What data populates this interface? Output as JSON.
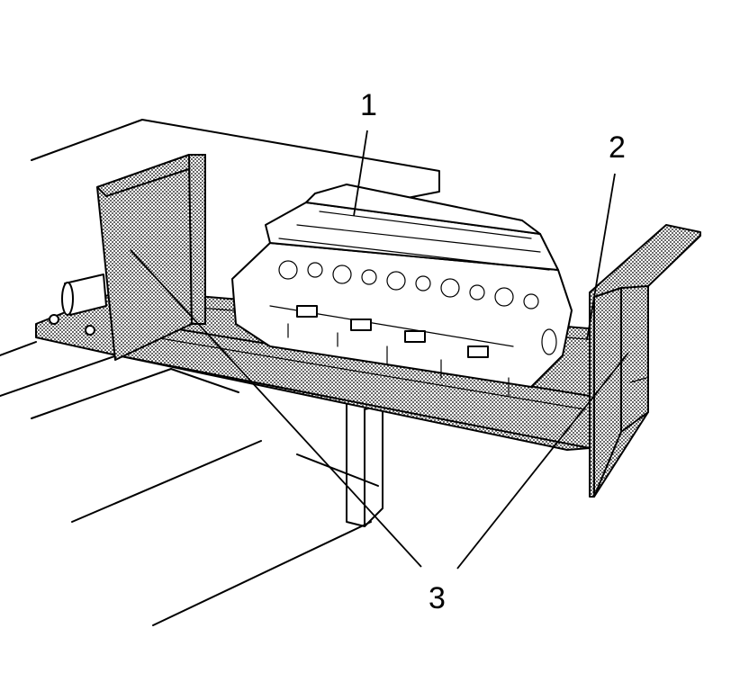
{
  "callouts": {
    "c1": "1",
    "c2": "2",
    "c3": "3"
  },
  "parts": {
    "cylinder_head": "cylinder-head",
    "holding_fixture_base": "fixture-base",
    "fixture_end_plates": "fixture-end-plates"
  }
}
